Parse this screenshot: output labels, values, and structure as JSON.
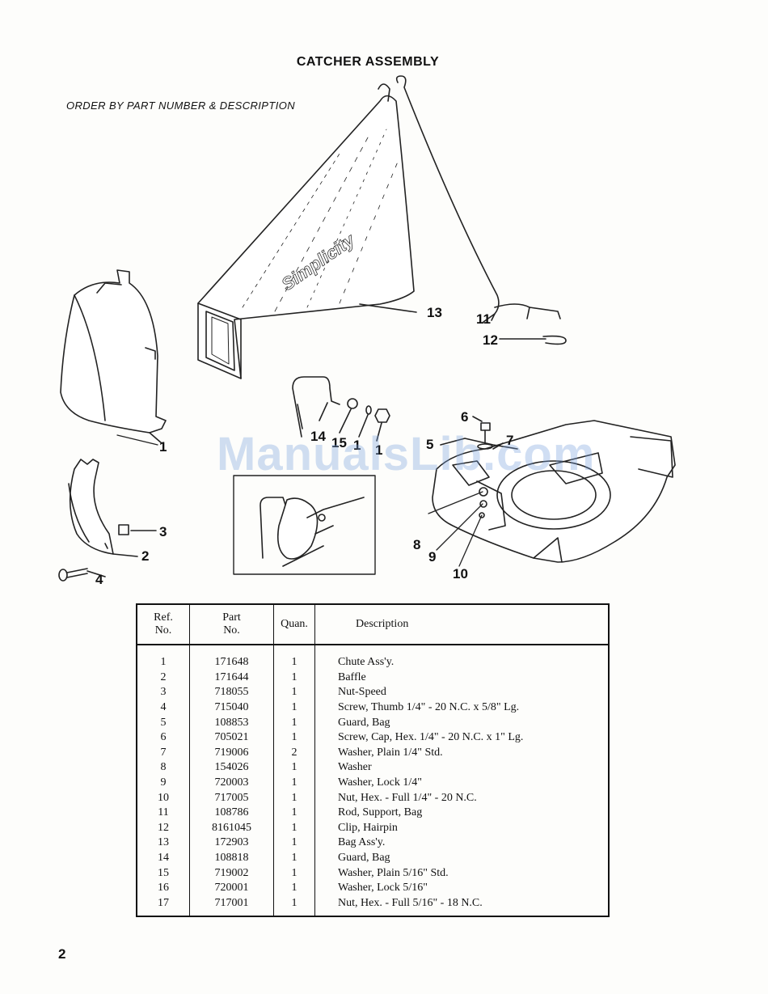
{
  "page": {
    "title": "CATCHER ASSEMBLY",
    "subtitle": "ORDER BY PART NUMBER & DESCRIPTION",
    "page_number": "2",
    "watermark": "ManualsLib.com"
  },
  "diagram": {
    "bag_brand": "Simplicity",
    "callouts": [
      "1",
      "2",
      "3",
      "4",
      "5",
      "6",
      "7",
      "8",
      "9",
      "10",
      "11",
      "12",
      "13",
      "14",
      "15",
      "1",
      "1"
    ]
  },
  "table": {
    "headers": {
      "ref_line1": "Ref.",
      "ref_line2": "No.",
      "part_line1": "Part",
      "part_line2": "No.",
      "quan": "Quan.",
      "description": "Description"
    },
    "rows": [
      {
        "ref": "1",
        "part": "171648",
        "quan": "1",
        "desc": "Chute Ass'y."
      },
      {
        "ref": "2",
        "part": "171644",
        "quan": "1",
        "desc": "Baffle"
      },
      {
        "ref": "3",
        "part": "718055",
        "quan": "1",
        "desc": "Nut-Speed"
      },
      {
        "ref": "4",
        "part": "715040",
        "quan": "1",
        "desc": "Screw, Thumb  1/4\" - 20 N.C. x 5/8\" Lg."
      },
      {
        "ref": "5",
        "part": "108853",
        "quan": "1",
        "desc": "Guard, Bag"
      },
      {
        "ref": "6",
        "part": "705021",
        "quan": "1",
        "desc": "Screw, Cap, Hex.  1/4\" - 20 N.C. x 1\" Lg."
      },
      {
        "ref": "7",
        "part": "719006",
        "quan": "2",
        "desc": "Washer, Plain  1/4\" Std."
      },
      {
        "ref": "8",
        "part": "154026",
        "quan": "1",
        "desc": "Washer"
      },
      {
        "ref": "9",
        "part": "720003",
        "quan": "1",
        "desc": "Washer, Lock  1/4\""
      },
      {
        "ref": "10",
        "part": "717005",
        "quan": "1",
        "desc": "Nut, Hex. - Full  1/4\" - 20 N.C."
      },
      {
        "ref": "11",
        "part": "108786",
        "quan": "1",
        "desc": "Rod,  Support,  Bag"
      },
      {
        "ref": "12",
        "part": "8161045",
        "quan": "1",
        "desc": "Clip, Hairpin"
      },
      {
        "ref": "13",
        "part": "172903",
        "quan": "1",
        "desc": "Bag Ass'y."
      },
      {
        "ref": "14",
        "part": "108818",
        "quan": "1",
        "desc": "Guard, Bag"
      },
      {
        "ref": "15",
        "part": "719002",
        "quan": "1",
        "desc": "Washer, Plain  5/16\" Std."
      },
      {
        "ref": "16",
        "part": "720001",
        "quan": "1",
        "desc": "Washer,  Lock  5/16\""
      },
      {
        "ref": "17",
        "part": "717001",
        "quan": "1",
        "desc": "Nut, Hex. - Full  5/16\" - 18 N.C."
      }
    ]
  }
}
